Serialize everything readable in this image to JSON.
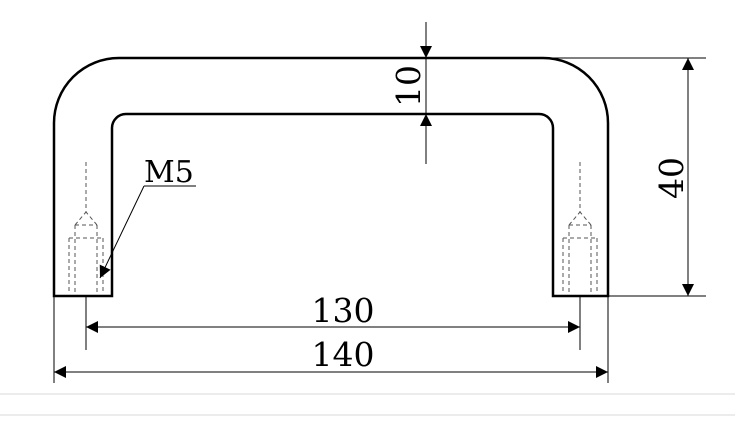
{
  "dimensions": {
    "thickness": "10",
    "height": "40",
    "hole_spacing": "130",
    "overall_width": "140"
  },
  "labels": {
    "thread": "M5"
  },
  "colors": {
    "line": "#000000",
    "hidden": "#555555",
    "background": "#ffffff",
    "rule": "#d8d8d8"
  }
}
